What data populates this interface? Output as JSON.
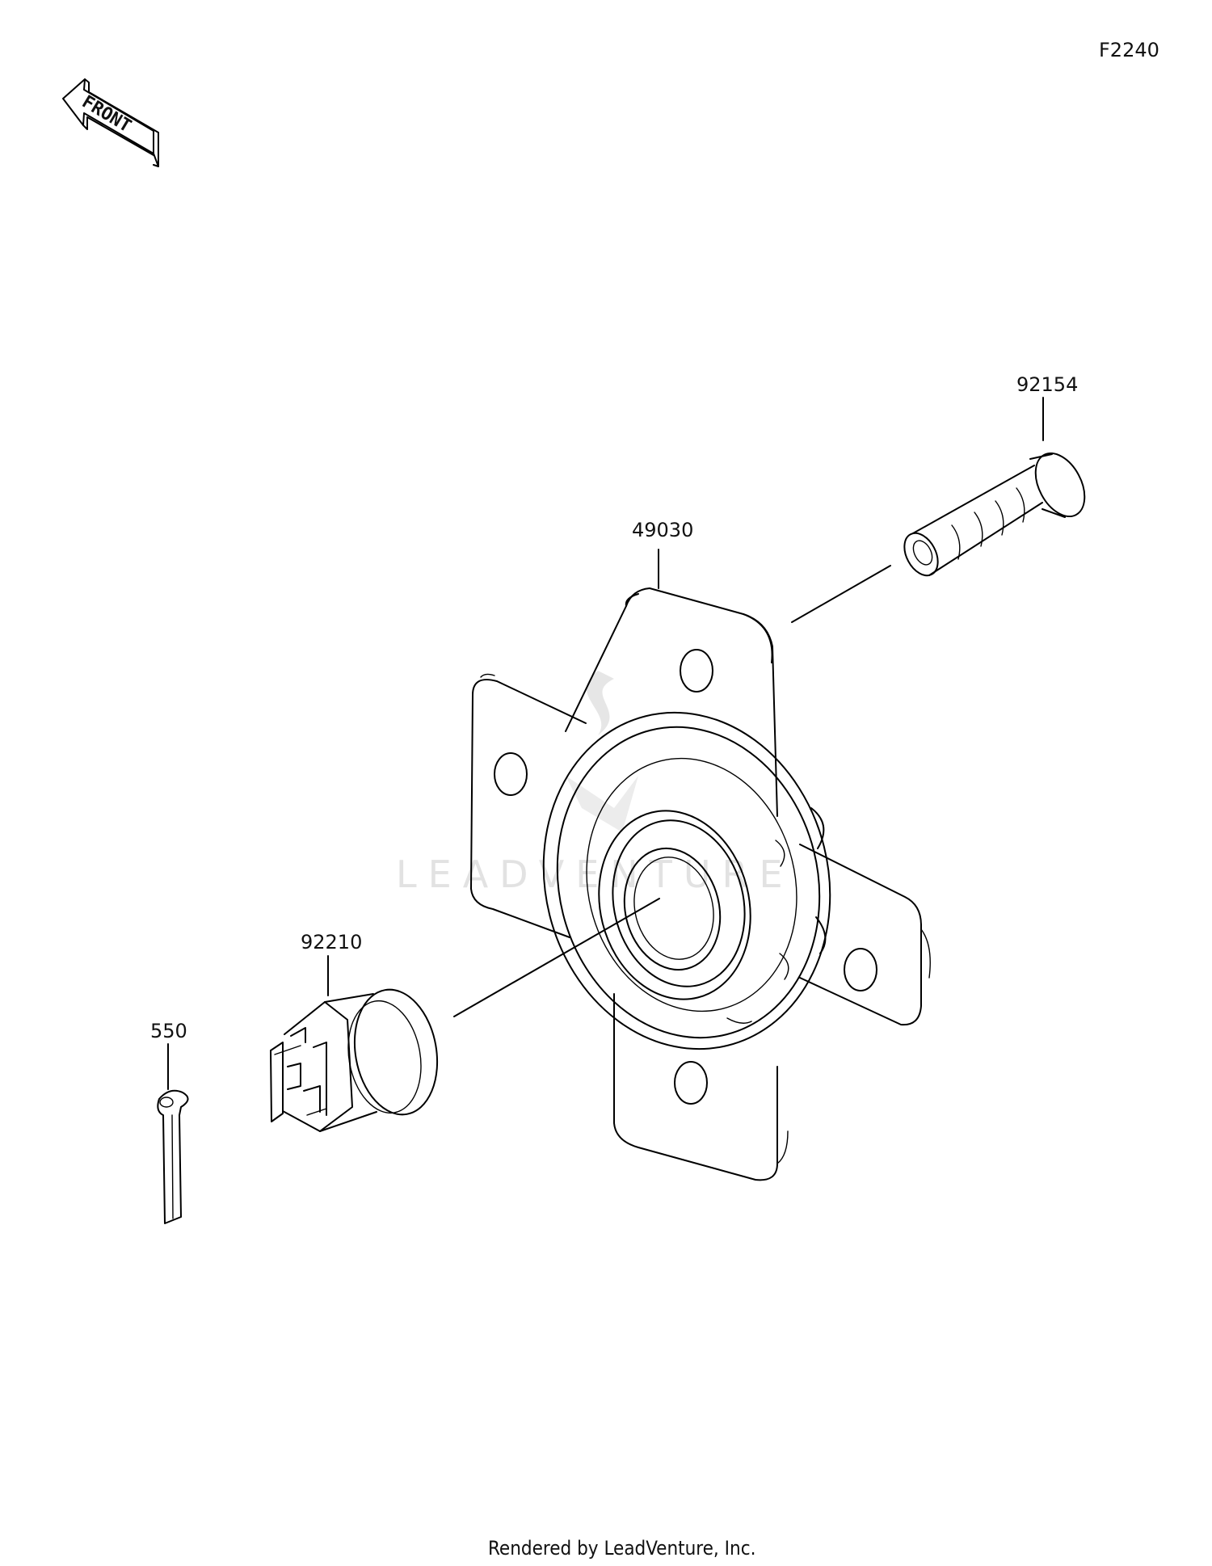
{
  "page_code": "F2240",
  "front_arrow": {
    "label": "FRONT",
    "icon": "front-arrow-icon"
  },
  "watermark": "LEADVENTURE",
  "parts": [
    {
      "number": "92154"
    },
    {
      "number": "49030"
    },
    {
      "number": "92210"
    },
    {
      "number": "550"
    }
  ],
  "footer": "Rendered by LeadVenture, Inc.",
  "colors": {
    "line": "#000000",
    "background": "#ffffff",
    "watermark": "#e2e2e2"
  }
}
